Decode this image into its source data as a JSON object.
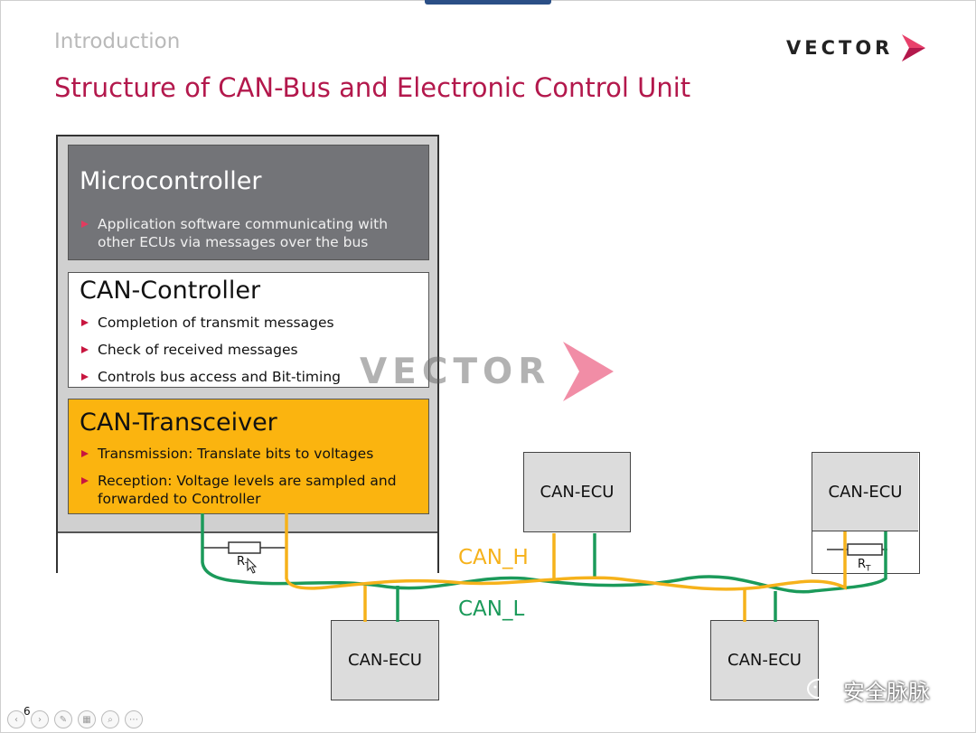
{
  "section": "Introduction",
  "title": "Structure of CAN-Bus and Electronic Control Unit",
  "logo": {
    "text": "VECTOR",
    "icon": "vector-chevron-logo-icon",
    "color": "#e8416b"
  },
  "ecu": {
    "microcontroller": {
      "heading": "Microcontroller",
      "bullets": [
        "Application software communicating with\nother ECUs via messages over the bus"
      ]
    },
    "can_controller": {
      "heading": "CAN-Controller",
      "bullets": [
        "Completion of transmit messages",
        "Check of received messages",
        "Controls bus access and Bit-timing"
      ]
    },
    "can_transceiver": {
      "heading": "CAN-Transceiver",
      "bullets": [
        "Transmission: Translate bits to voltages",
        "Reception: Voltage levels are sampled and\nforwarded to Controller"
      ]
    },
    "resistor_label": "R",
    "resistor_sub": "T"
  },
  "nodes": {
    "top_middle": "CAN-ECU",
    "top_right": "CAN-ECU",
    "bottom_left": "CAN-ECU",
    "bottom_right": "CAN-ECU"
  },
  "bus": {
    "high_label": "CAN_H",
    "low_label": "CAN_L",
    "high_color": "#f6b21b",
    "low_color": "#1b9a5a"
  },
  "watermark": {
    "text": "VECTOR"
  },
  "footer": {
    "page_number": "6",
    "wechat_text": "安全脉脉"
  }
}
